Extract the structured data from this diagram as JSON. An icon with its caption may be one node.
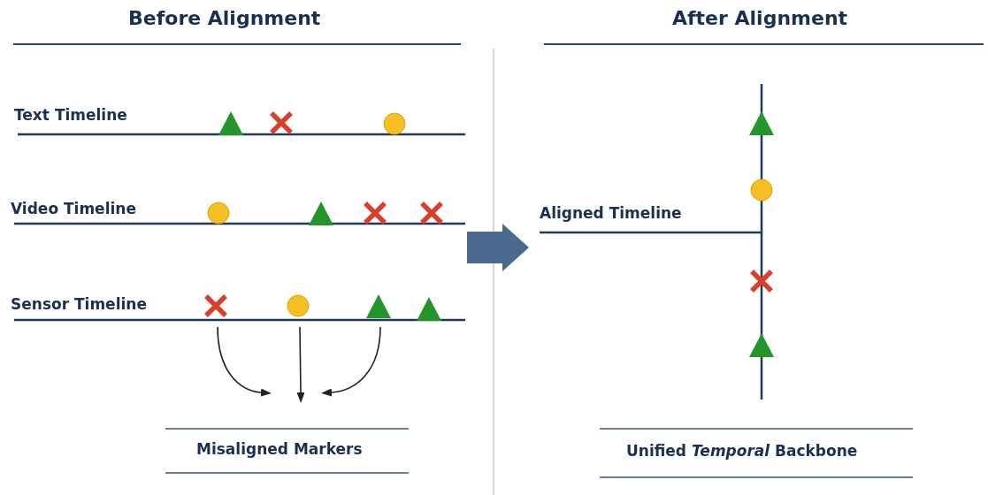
{
  "diagram": {
    "nodes": [
      {
        "text": [
          "Before Alignment"
        ]
      },
      {
        "text": [
          "After Alignment"
        ]
      },
      {
        "text": [
          "Text Timeline"
        ],
        "in": 0
      },
      {
        "text": [
          "Video Timeline"
        ],
        "in": 0
      },
      {
        "text": [
          "Sensor Timeline"
        ],
        "in": 0
      },
      {
        "text": [],
        "shape": "cross",
        "in": 4
      },
      {
        "text": [],
        "shape": "circle",
        "in": 4
      },
      {
        "text": [],
        "shape": "triangle",
        "in": 4
      },
      {
        "text": [
          "Misaligned Markers"
        ],
        "in": 0
      },
      {
        "text": [
          "Aligned Timeline"
        ],
        "in": 1
      },
      {
        "text": [
          "Unified *Temporal* Backbone"
        ],
        "in": 1
      }
    ],
    "edges": [
      {
        "from": 0,
        "to": 1,
        "arrow": "to",
        "style": "thick",
        "color": "#4a6a8f"
      },
      {
        "from": 5,
        "to": 8,
        "arrow": "to"
      },
      {
        "from": 6,
        "to": 8,
        "arrow": "to"
      },
      {
        "from": 7,
        "to": 8,
        "arrow": "to"
      }
    ]
  }
}
